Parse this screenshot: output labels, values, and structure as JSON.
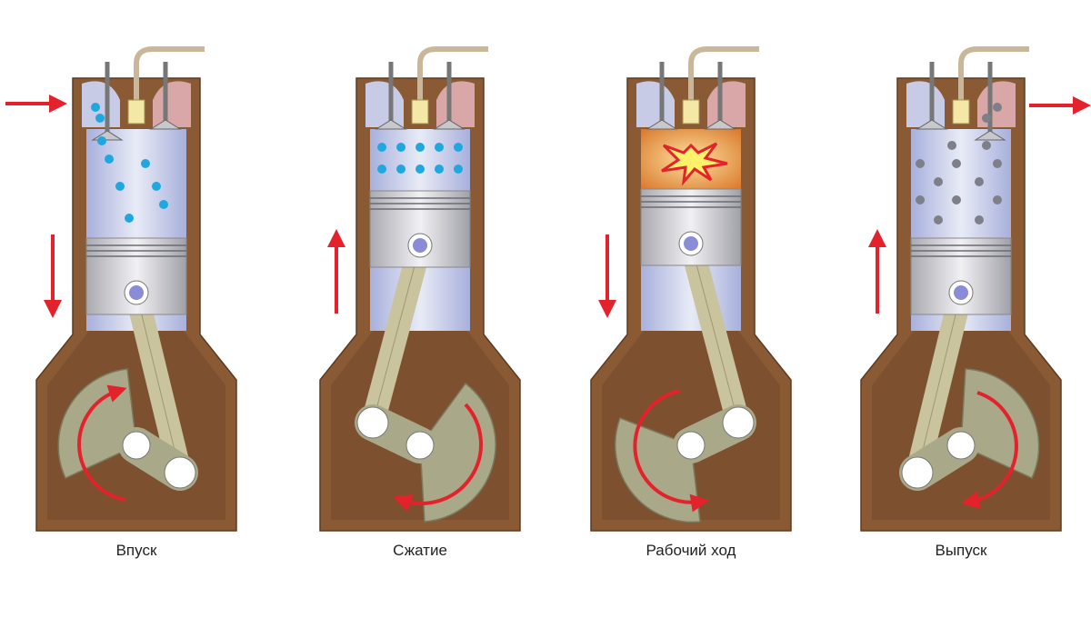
{
  "diagram": {
    "strokes": [
      {
        "id": "intake",
        "label": "Впуск",
        "piston_direction": "down",
        "charge": "fresh-mixture",
        "ports": "intake-open"
      },
      {
        "id": "compression",
        "label": "Сжатие",
        "piston_direction": "up",
        "charge": "compressed-mixture",
        "ports": "closed"
      },
      {
        "id": "power",
        "label": "Рабочий ход",
        "piston_direction": "down",
        "charge": "combustion",
        "ports": "closed"
      },
      {
        "id": "exhaust",
        "label": "Выпуск",
        "piston_direction": "up",
        "charge": "exhaust-gas",
        "ports": "exhaust-open"
      }
    ],
    "colors": {
      "engine_block": "#8a5a35",
      "crankcase": "#7d5030",
      "cylinder_bore": "#c9cfe8",
      "head_left": "#c8cbe6",
      "head_right": "#d9a7a7",
      "piston": "#d2d2d6",
      "rod": "#c9c49e",
      "crank": "#a9a98a",
      "arrow": "#e3222c",
      "fresh_charge_dot": "#1fa8e0",
      "exhaust_dot": "#7f7f8a",
      "spark_plug": "#f4e8a6",
      "combustion": "#e8a04c"
    },
    "icons": [
      "piston-icon",
      "spark-plug-icon",
      "flame-burst-icon",
      "rotation-arrow-icon",
      "direction-arrow-icon"
    ]
  }
}
